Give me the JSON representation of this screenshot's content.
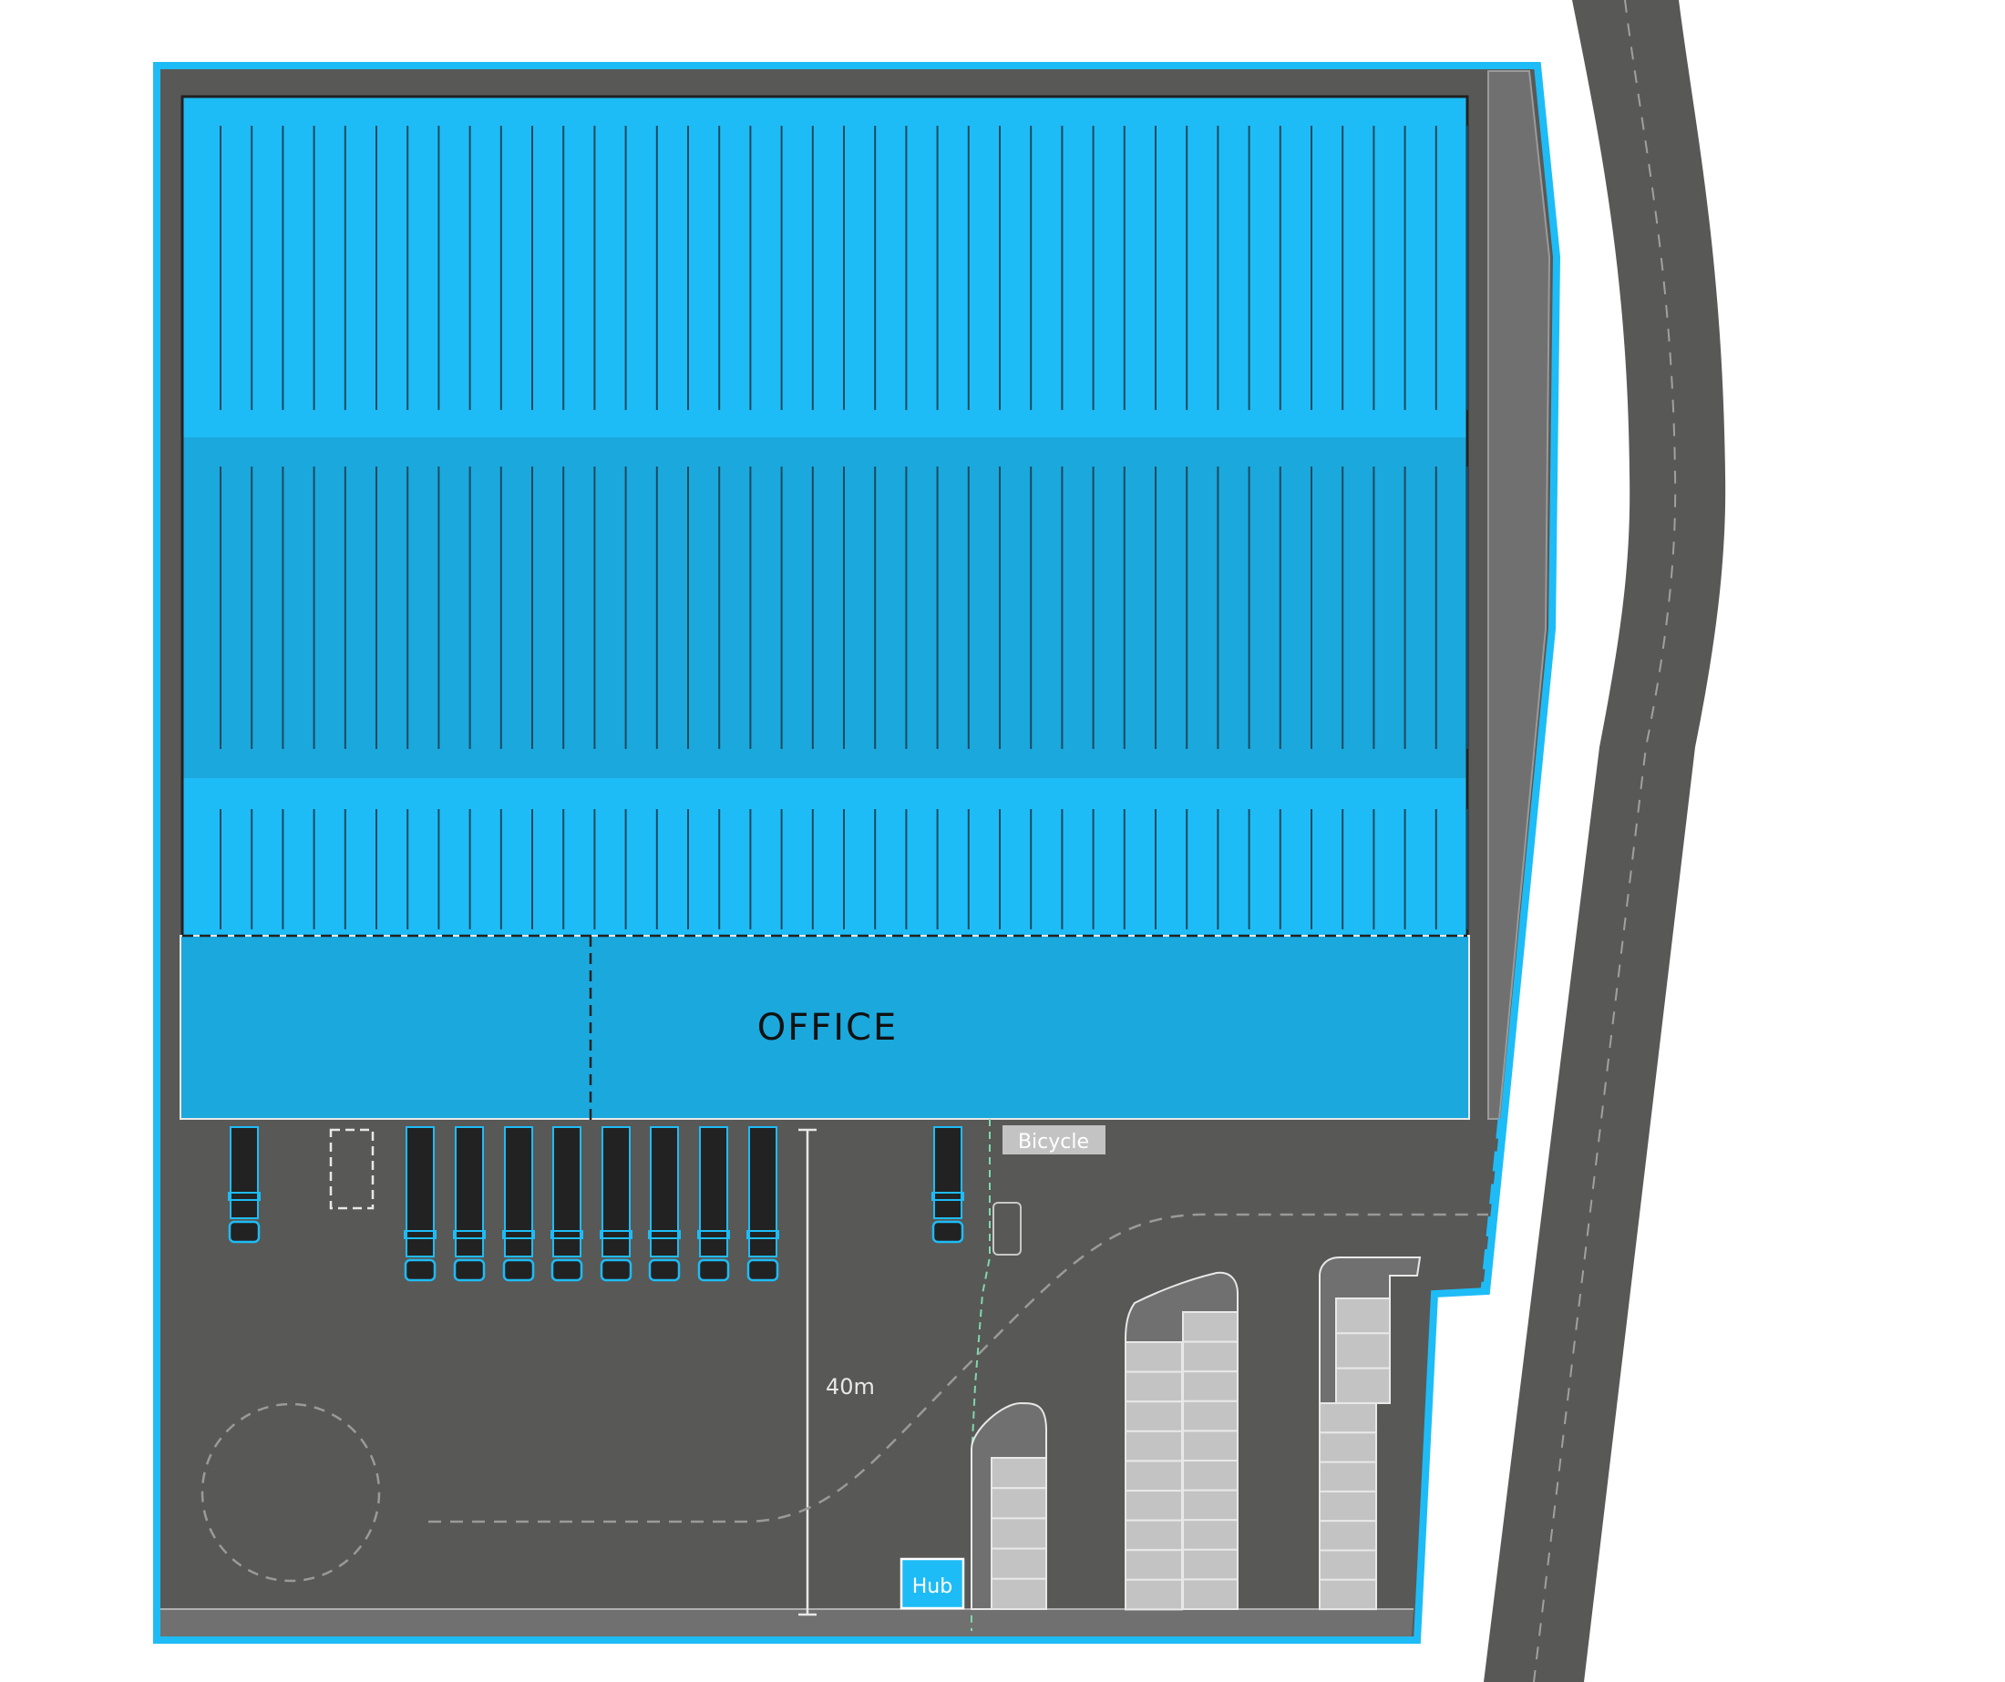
{
  "labels": {
    "office": "OFFICE",
    "bicycle": "Bicycle",
    "hub": "Hub",
    "dimension": "40m"
  },
  "colors": {
    "site_outline": "#1ebcf6",
    "site_ground": "#585857",
    "side_strip": "#707070",
    "road": "#585857",
    "roof_light": "#1ebcf6",
    "roof_dark": "#1ba8dd",
    "office": "#1ba8dd",
    "parking_bay": "#c3c3c3",
    "island": "#6f6f6f",
    "truck": "#222222",
    "truck_outline": "#1ebcf6",
    "marking": "#e8e8e8",
    "bicycle_bg": "#c3c3c3",
    "hub_bg": "#1ebcf6"
  },
  "icons": [
    "truck-icon",
    "bicycle-shelter-icon",
    "hub-icon"
  ]
}
